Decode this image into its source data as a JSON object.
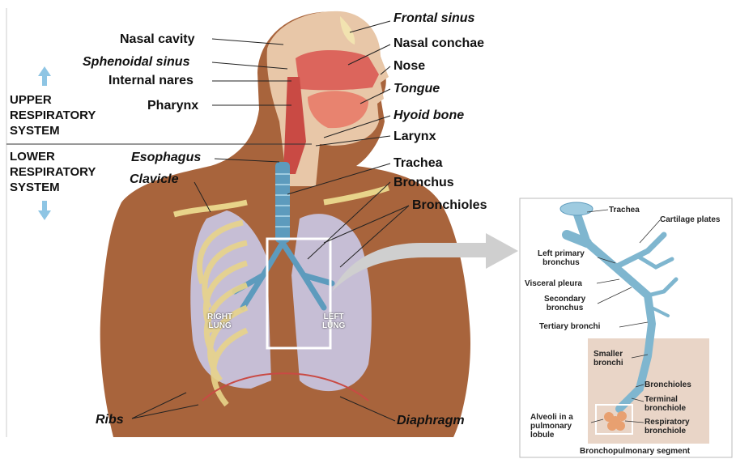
{
  "labels": {
    "frontal_sinus": "Frontal sinus",
    "nasal_cavity": "Nasal cavity",
    "nasal_conchae": "Nasal conchae",
    "sphenoidal_sinus": "Sphenoidal sinus",
    "nose": "Nose",
    "internal_nares": "Internal nares",
    "tongue": "Tongue",
    "pharynx": "Pharynx",
    "hyoid_bone": "Hyoid bone",
    "larynx": "Larynx",
    "esophagus": "Esophagus",
    "trachea": "Trachea",
    "clavicle": "Clavicle",
    "bronchus": "Bronchus",
    "bronchioles": "Bronchioles",
    "ribs": "Ribs",
    "diaphragm": "Diaphragm",
    "right_lung_1": "RIGHT",
    "right_lung_2": "LUNG",
    "left_lung_1": "LEFT",
    "left_lung_2": "LUNG"
  },
  "systems": {
    "upper_1": "UPPER",
    "upper_2": "RESPIRATORY",
    "upper_3": "SYSTEM",
    "lower_1": "LOWER",
    "lower_2": "RESPIRATORY",
    "lower_3": "SYSTEM"
  },
  "inset": {
    "trachea": "Trachea",
    "cartilage_plates": "Cartilage plates",
    "left_primary_1": "Left primary",
    "left_primary_2": "bronchus",
    "visceral_pleura": "Visceral pleura",
    "secondary_1": "Secondary",
    "secondary_2": "bronchus",
    "tertiary": "Tertiary bronchi",
    "smaller_1": "Smaller",
    "smaller_2": "bronchi",
    "bronchioles": "Bronchioles",
    "terminal_1": "Terminal",
    "terminal_2": "bronchiole",
    "alveoli_1": "Alveoli in a",
    "alveoli_2": "pulmonary",
    "alveoli_3": "lobule",
    "respiratory_1": "Respiratory",
    "respiratory_2": "bronchiole",
    "segment": "Bronchopulmonary segment"
  },
  "colors": {
    "skin": "#a8643c",
    "lung": "#c9c8e6",
    "airway": "#7fb6cf",
    "arrow_blue": "#8ec5e4",
    "inset_bg": "#e9d5c7"
  }
}
